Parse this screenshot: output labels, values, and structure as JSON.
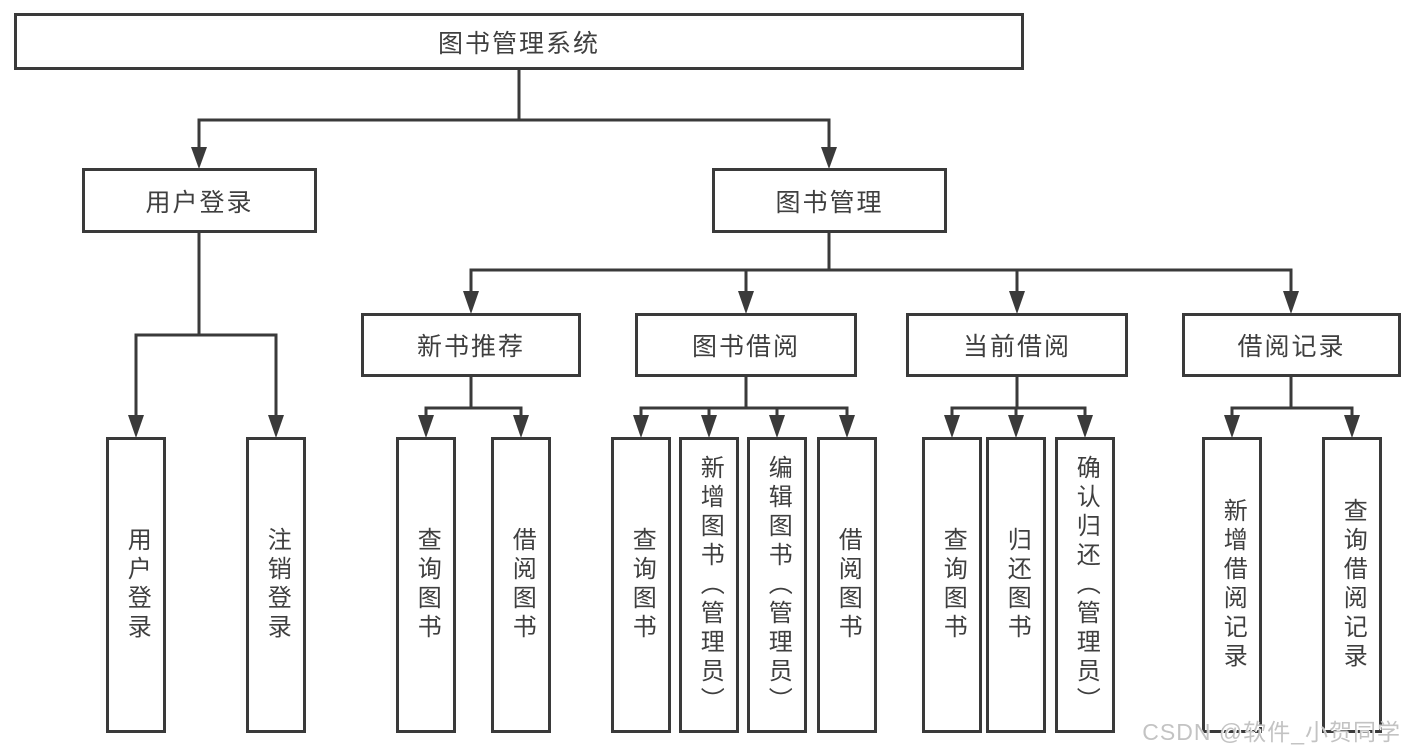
{
  "tree": {
    "label": "图书管理系统",
    "children": [
      {
        "label": "用户登录",
        "children": [
          {
            "label": "用户登录"
          },
          {
            "label": "注销登录"
          }
        ]
      },
      {
        "label": "图书管理",
        "children": [
          {
            "label": "新书推荐",
            "children": [
              {
                "label": "查询图书"
              },
              {
                "label": "借阅图书"
              }
            ]
          },
          {
            "label": "图书借阅",
            "children": [
              {
                "label": "查询图书"
              },
              {
                "label": "新增图书（管理员）"
              },
              {
                "label": "编辑图书（管理员）"
              },
              {
                "label": "借阅图书"
              }
            ]
          },
          {
            "label": "当前借阅",
            "children": [
              {
                "label": "查询图书"
              },
              {
                "label": "归还图书"
              },
              {
                "label": "确认归还（管理员）"
              }
            ]
          },
          {
            "label": "借阅记录",
            "children": [
              {
                "label": "新增借阅记录"
              },
              {
                "label": "查询借阅记录"
              }
            ]
          }
        ]
      }
    ]
  },
  "watermark": "CSDN @软件_小贺同学",
  "colors": {
    "line": "#3a3a3a",
    "box_border": "#3a3a3a",
    "box_background": "#ffffff",
    "text": "#3f3f3f",
    "watermark": "#c3c3c3"
  }
}
